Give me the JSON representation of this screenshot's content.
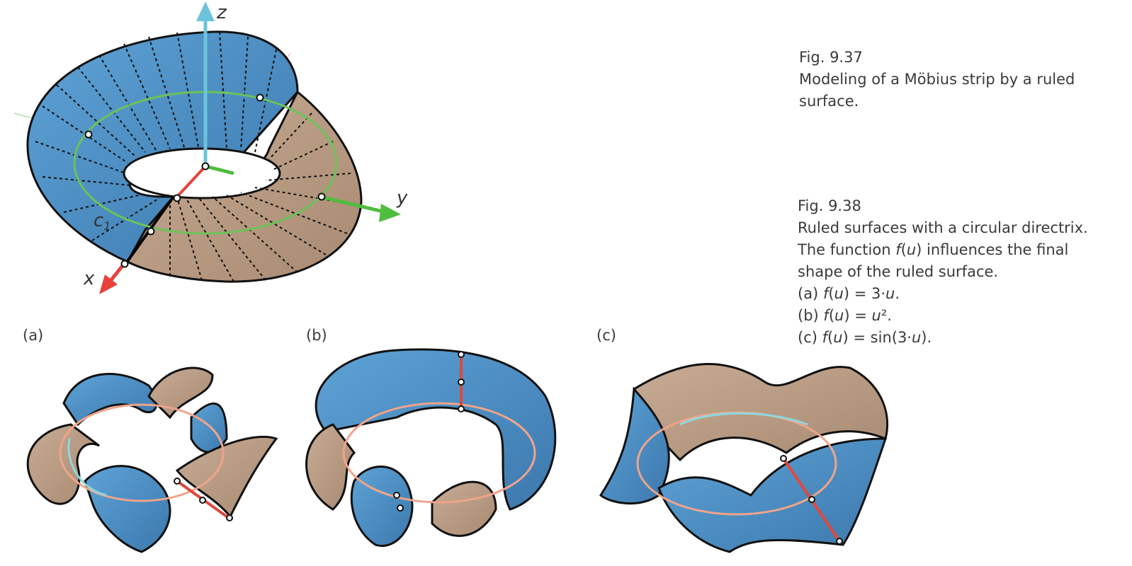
{
  "figure_937": {
    "number": "Fig. 9.37",
    "line1": "Modeling of a Möbius strip by a ruled",
    "line2": "surface."
  },
  "figure_938": {
    "number": "Fig. 9.38",
    "line1": "Ruled surfaces with a circular directrix.",
    "line2_prefix": "The function ",
    "f": "f",
    "lp": "(",
    "u": "u",
    "rp": ")",
    "line2_suffix": " influences the final",
    "line3": "shape of the ruled surface.",
    "items": [
      {
        "label": "(a) ",
        "expr_open": "(",
        "expr_close": ") = 3·",
        "var": "u",
        "tail": "."
      },
      {
        "label": "(b) ",
        "expr_open": "(",
        "expr_close": ") = ",
        "var": "u",
        "tail": "²."
      },
      {
        "label": "(c) ",
        "expr_open": "(",
        "expr_close": ") = sin(3·",
        "var": "u",
        "tail": ")."
      }
    ]
  },
  "axes": {
    "x": "x",
    "y": "y",
    "z": "z"
  },
  "curve_label": {
    "base": "c",
    "sub": "1"
  },
  "subfigures": [
    "(a)",
    "(b)",
    "(c)"
  ],
  "colors": {
    "blue_surface": "#4f8fc4",
    "tan_surface": "#b99a82",
    "directrix_green": "#6cc25a",
    "directrix_salmon": "#f0a48a",
    "directrix_cyan": "#8ed8e0",
    "x_axis": "#e8413a",
    "y_axis": "#4fbd3d",
    "z_axis": "#6cc4dc",
    "generator_red": "#e0483c"
  }
}
